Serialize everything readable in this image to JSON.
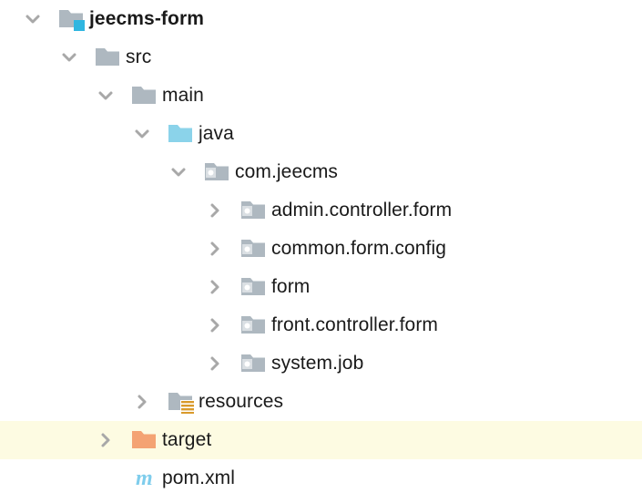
{
  "view": {
    "name": "project-file-tree",
    "background_color": "#ffffff",
    "highlight_color": "#fdfbe2",
    "text_color": "#1a1a1a",
    "chevron_color": "#a8a8a8",
    "folder_gray": "#aeb8c0",
    "folder_blue": "#8bd3ea",
    "folder_orange": "#f4a373",
    "badge_cyan": "#2fb6e0",
    "badge_orange": "#d99a2b",
    "maven_blue": "#7fcdec"
  },
  "tree": {
    "nodes": [
      {
        "label": "jeecms-form",
        "depth": 0,
        "state": "expanded",
        "chevron": "chevron-down-icon",
        "icon": "project-folder-icon",
        "bold": true,
        "selected": false
      },
      {
        "label": "src",
        "depth": 1,
        "state": "expanded",
        "chevron": "chevron-down-icon",
        "icon": "folder-icon",
        "bold": false,
        "selected": false
      },
      {
        "label": "main",
        "depth": 2,
        "state": "expanded",
        "chevron": "chevron-down-icon",
        "icon": "folder-icon",
        "bold": false,
        "selected": false
      },
      {
        "label": "java",
        "depth": 3,
        "state": "expanded",
        "chevron": "chevron-down-icon",
        "icon": "source-folder-icon",
        "bold": false,
        "selected": false
      },
      {
        "label": "com.jeecms",
        "depth": 4,
        "state": "expanded",
        "chevron": "chevron-down-icon",
        "icon": "package-icon",
        "bold": false,
        "selected": false
      },
      {
        "label": "admin.controller.form",
        "depth": 5,
        "state": "collapsed",
        "chevron": "chevron-right-icon",
        "icon": "package-icon",
        "bold": false,
        "selected": false
      },
      {
        "label": "common.form.config",
        "depth": 5,
        "state": "collapsed",
        "chevron": "chevron-right-icon",
        "icon": "package-icon",
        "bold": false,
        "selected": false
      },
      {
        "label": "form",
        "depth": 5,
        "state": "collapsed",
        "chevron": "chevron-right-icon",
        "icon": "package-icon",
        "bold": false,
        "selected": false
      },
      {
        "label": "front.controller.form",
        "depth": 5,
        "state": "collapsed",
        "chevron": "chevron-right-icon",
        "icon": "package-icon",
        "bold": false,
        "selected": false
      },
      {
        "label": "system.job",
        "depth": 5,
        "state": "collapsed",
        "chevron": "chevron-right-icon",
        "icon": "package-icon",
        "bold": false,
        "selected": false
      },
      {
        "label": "resources",
        "depth": 3,
        "state": "collapsed",
        "chevron": "chevron-right-icon",
        "icon": "resources-folder-icon",
        "bold": false,
        "selected": false
      },
      {
        "label": "target",
        "depth": 2,
        "state": "collapsed",
        "chevron": "chevron-right-icon",
        "icon": "target-folder-icon",
        "bold": false,
        "selected": true
      },
      {
        "label": "pom.xml",
        "depth": 2,
        "state": "leaf",
        "chevron": "none",
        "icon": "maven-file-icon",
        "bold": false,
        "selected": false
      }
    ]
  }
}
